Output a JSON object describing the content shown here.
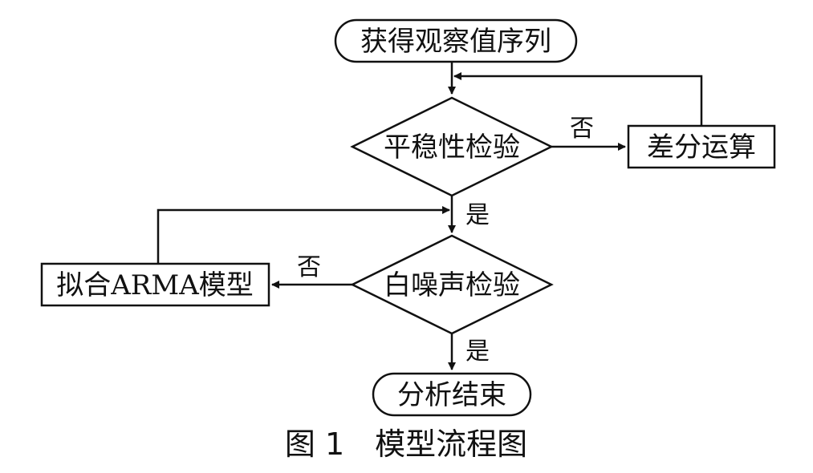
{
  "nodes": {
    "start": "获得观察值序列",
    "stationarity_test": "平稳性检验",
    "difference": "差分运算",
    "white_noise_test": "白噪声检验",
    "fit_arma": "拟合ARMA模型",
    "end": "分析结束"
  },
  "edges": {
    "stationarity_no": "否",
    "stationarity_yes": "是",
    "white_noise_no": "否",
    "white_noise_yes": "是"
  },
  "caption": "图 1　模型流程图"
}
